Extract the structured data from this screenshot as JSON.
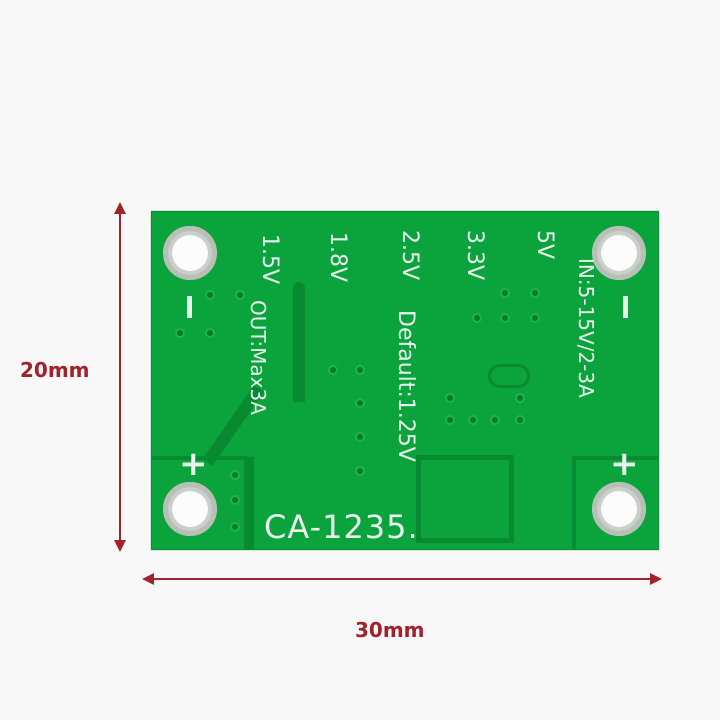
{
  "dimensions": {
    "height_label": "20mm",
    "width_label": "30mm",
    "arrow_color": "#a3222a"
  },
  "board": {
    "model": "CA-1235.",
    "voltage_labels": [
      "1.5V",
      "1.8V",
      "2.5V",
      "3.3V",
      "5V"
    ],
    "output_label": "OUT:Max3A",
    "default_label": "Default:1.25V",
    "input_label": "IN:5-15V/2-3A",
    "polarity": {
      "left_minus": "-",
      "left_plus": "+",
      "right_minus": "-",
      "right_plus": "+"
    },
    "board_color": "#0aa33c"
  }
}
